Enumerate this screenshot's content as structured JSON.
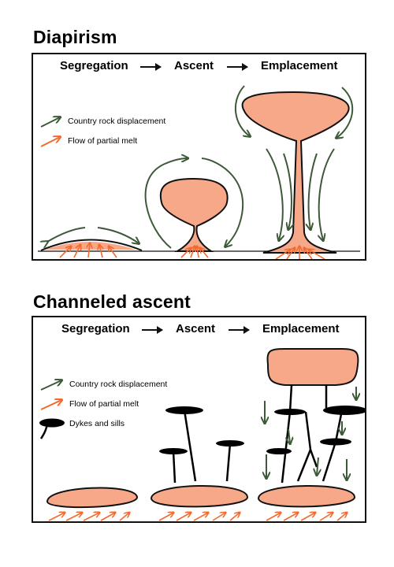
{
  "diapirism": {
    "title": "Diapirism",
    "stages": [
      "Segregation",
      "Ascent",
      "Emplacement"
    ],
    "legend": {
      "country_rock": "Country rock displacement",
      "melt_flow": "Flow of partial melt"
    }
  },
  "channeled": {
    "title": "Channeled ascent",
    "stages": [
      "Segregation",
      "Ascent",
      "Emplacement"
    ],
    "legend": {
      "country_rock": "Country rock displacement",
      "melt_flow": "Flow of partial melt",
      "dykes": "Dykes and sills"
    }
  },
  "colors": {
    "melt": "#f7a889",
    "melt_arrow": "#f26a2e",
    "country_arrow": "#3d5a38",
    "outline": "#111111",
    "dyke": "#000000"
  }
}
